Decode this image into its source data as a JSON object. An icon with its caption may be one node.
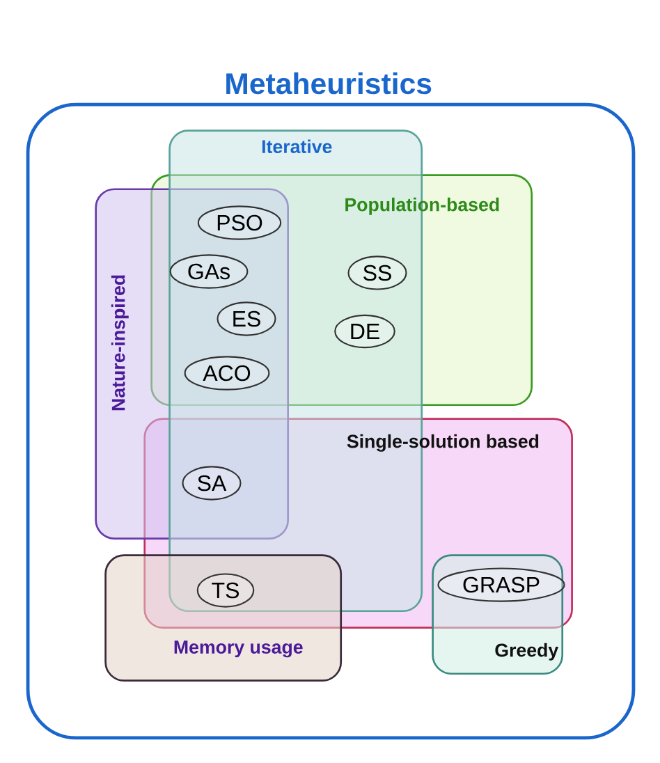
{
  "diagram": {
    "nodes": [
      {
        "text": [
          "Metaheuristics"
        ]
      },
      {
        "text": [
          "Iterative"
        ],
        "in": 0
      },
      {
        "text": [
          "Population-based"
        ],
        "in": 0
      },
      {
        "text": [
          "Nature-inspired"
        ],
        "in": 0
      },
      {
        "text": [
          "Single-solution based"
        ],
        "in": 0
      },
      {
        "text": [
          "Memory usage"
        ],
        "in": 0
      },
      {
        "text": [
          "Greedy"
        ],
        "in": 0
      },
      {
        "text": [
          "PSO"
        ]
      },
      {
        "text": [
          "GAs"
        ]
      },
      {
        "text": [
          "SS"
        ]
      },
      {
        "text": [
          "ES"
        ]
      },
      {
        "text": [
          "DE"
        ]
      },
      {
        "text": [
          "ACO"
        ]
      },
      {
        "text": [
          "SA"
        ]
      },
      {
        "text": [
          "TS"
        ]
      },
      {
        "text": [
          "GRASP"
        ]
      }
    ]
  }
}
